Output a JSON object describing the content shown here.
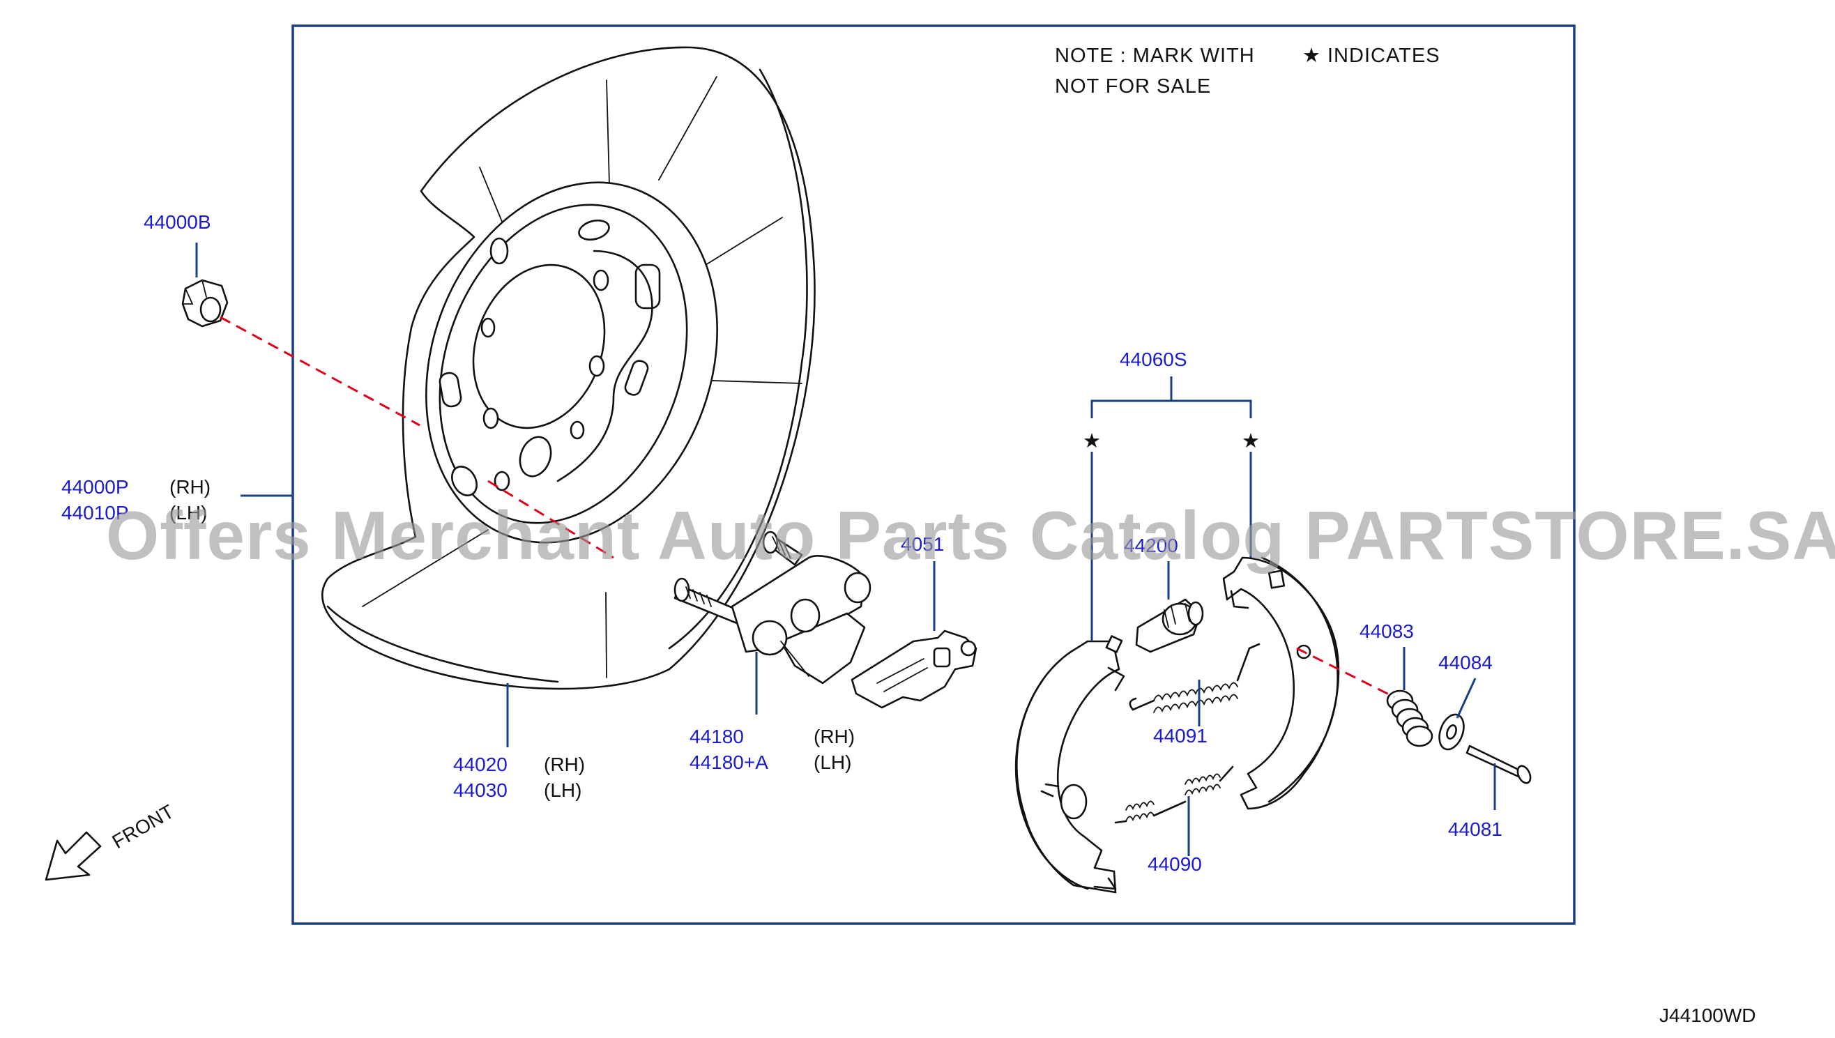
{
  "diagram": {
    "note": {
      "line1": "NOTE   :   MARK   WITH",
      "star": "★",
      "line1_end": "INDICATES",
      "line2": "NOT   FOR   SALE"
    },
    "watermark": "Offers Merchant Auto Parts Catalog PARTSTORE.SA",
    "diagram_code": "J44100WD",
    "front_label": "FRONT",
    "star_mark": "★",
    "parts": {
      "p44000B": {
        "number": "44000B"
      },
      "p44000P": {
        "number": "44000P",
        "side": "(RH)"
      },
      "p44010P": {
        "number": "44010P",
        "side": "(LH)"
      },
      "p44020": {
        "number": "44020",
        "side": "(RH)"
      },
      "p44030": {
        "number": "44030",
        "side": "(LH)"
      },
      "p44180": {
        "number": "44180",
        "side": "(RH)"
      },
      "p44180A": {
        "number": "44180+A",
        "side": "(LH)"
      },
      "p4051": {
        "number": "4051"
      },
      "p44060S": {
        "number": "44060S"
      },
      "p44200": {
        "number": "44200"
      },
      "p44091": {
        "number": "44091"
      },
      "p44090": {
        "number": "44090"
      },
      "p44083": {
        "number": "44083"
      },
      "p44084": {
        "number": "44084"
      },
      "p44081": {
        "number": "44081"
      }
    }
  }
}
